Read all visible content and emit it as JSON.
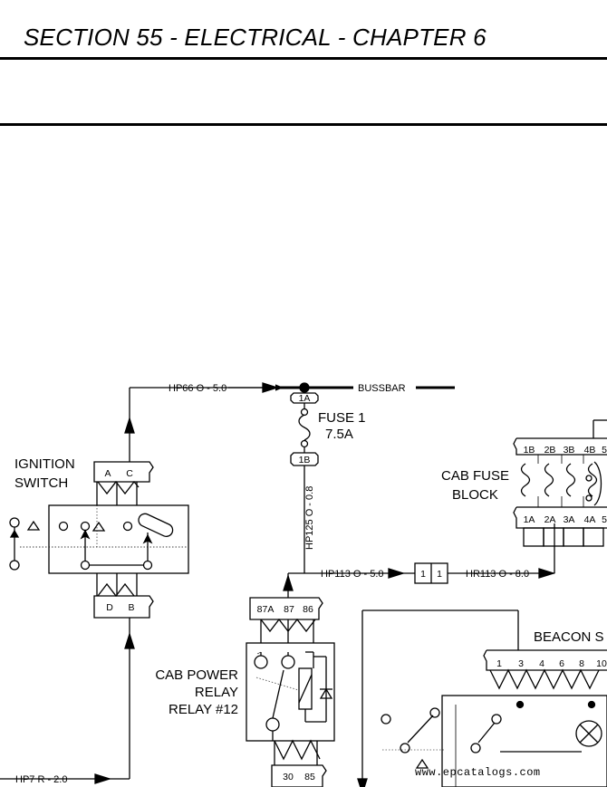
{
  "header": {
    "title": "SECTION 55 - ELECTRICAL - CHAPTER 6"
  },
  "diagram": {
    "ignition_switch": {
      "label_line1": "IGNITION",
      "label_line2": "SWITCH",
      "top_pins": [
        "A",
        "C"
      ],
      "bottom_pins": [
        "D",
        "B"
      ]
    },
    "wires": {
      "hp66": "HP66 O - 5.0",
      "hp125": "HP125 O - 0.8",
      "hp113": "HP113 O - 5.0",
      "hr113": "HR113 O - 8.0",
      "hp7": "HP7 R - 2.0"
    },
    "bussbar": "BUSSBAR",
    "fuse": {
      "name": "FUSE 1",
      "rating": "7.5A",
      "pin_top": "1A",
      "pin_bottom": "1B"
    },
    "cab_fuse_block": {
      "label_line1": "CAB FUSE",
      "label_line2": "BLOCK",
      "top_pins": [
        "1B",
        "2B",
        "3B",
        "4B",
        "5"
      ],
      "bottom_pins": [
        "1A",
        "2A",
        "3A",
        "4A",
        "5"
      ]
    },
    "inline_connector": {
      "left": "1",
      "right": "1"
    },
    "relay": {
      "label_line1": "CAB POWER",
      "label_line2": "RELAY",
      "label_line3": "RELAY #12",
      "top_pins": [
        "87A",
        "87",
        "86"
      ],
      "bottom_pins": [
        "30",
        "85"
      ]
    },
    "beacon_switch": {
      "label": "BEACON S",
      "pins": [
        "1",
        "3",
        "4",
        "6",
        "8",
        "10"
      ]
    },
    "watermark": "www.epcatalogs.com"
  }
}
